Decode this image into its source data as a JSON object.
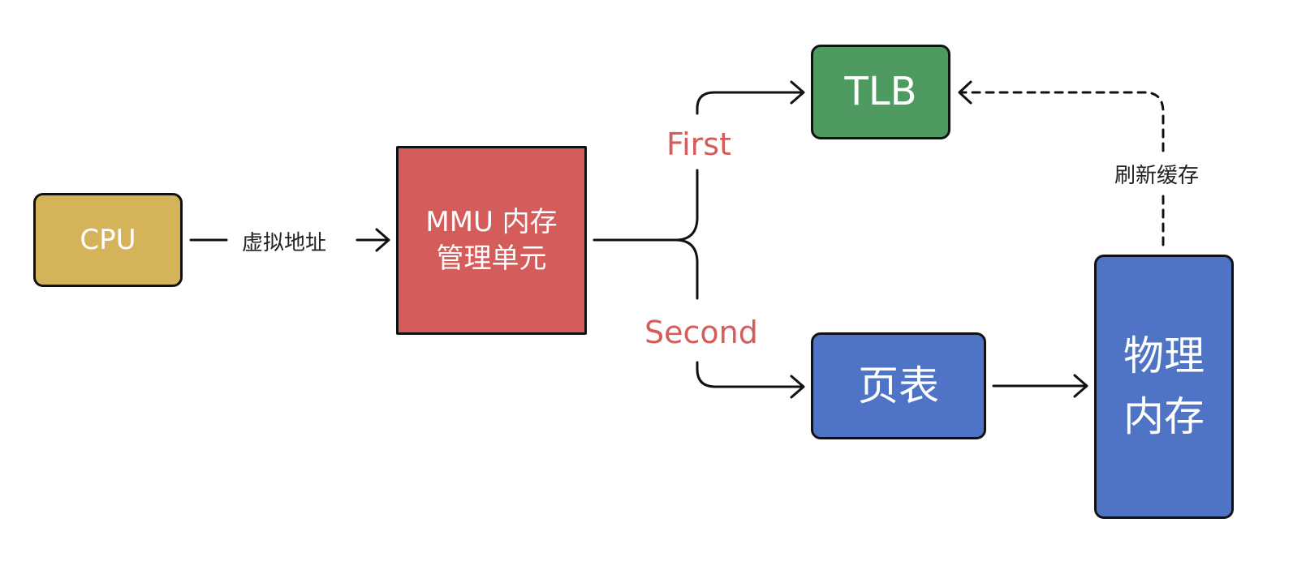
{
  "nodes": {
    "cpu": {
      "label": "CPU"
    },
    "mmu": {
      "line1": "MMU 内存",
      "line2": "管理单元"
    },
    "tlb": {
      "label": "TLB"
    },
    "page_table": {
      "label": "页表"
    },
    "physical_memory": {
      "line1": "物理",
      "line2": "内存"
    }
  },
  "edges": {
    "cpu_to_mmu": {
      "label": "虚拟地址"
    },
    "first_branch": {
      "label": "First"
    },
    "second_branch": {
      "label": "Second"
    },
    "refresh_cache": {
      "label": "刷新缓存"
    }
  },
  "colors": {
    "cpu_fill": "#D4B35A",
    "mmu_fill": "#D45D5B",
    "tlb_fill": "#4E9A60",
    "page_table_fill": "#4F74C6",
    "physical_memory_fill": "#4F74C6",
    "branch_label": "#D45D5B",
    "line": "#111111"
  }
}
